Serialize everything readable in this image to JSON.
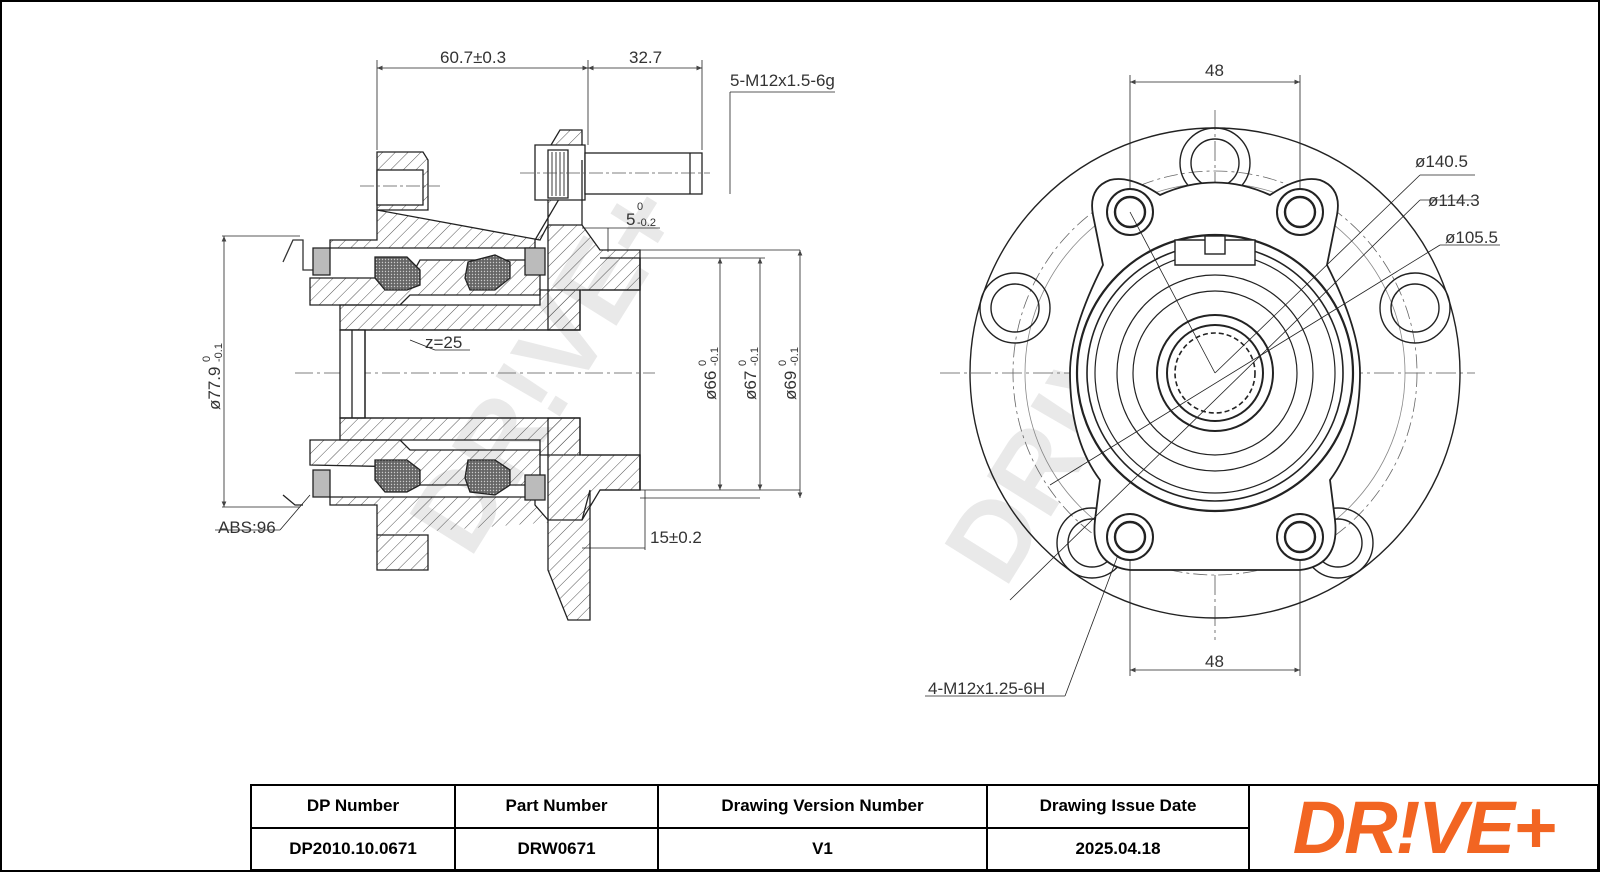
{
  "watermark": "DR!VE+",
  "side_view": {
    "dim_flange_to_face": "60.7±0.3",
    "dim_stud_length": "32.7",
    "thread_spec_studs": "5-M12x1.5-6g",
    "dim_pilot_height": "5",
    "dim_pilot_tol_upper": "0",
    "dim_pilot_tol_lower": "-0.2",
    "spline_count": "z=25",
    "dim_outer_dia": "ø77.9",
    "dim_outer_dia_tol_upper": "0",
    "dim_outer_dia_tol_lower": "-0.1",
    "dim_pilot_dia_1": "ø66",
    "dim_pilot_dia_1_tol_upper": "0",
    "dim_pilot_dia_1_tol_lower": "-0.1",
    "dim_pilot_dia_2": "ø67",
    "dim_pilot_dia_2_tol_upper": "0",
    "dim_pilot_dia_2_tol_lower": "-0.1",
    "dim_pilot_dia_3": "ø69",
    "dim_pilot_dia_3_tol_upper": "0",
    "dim_pilot_dia_3_tol_lower": "-0.1",
    "dim_flange_thickness": "15±0.2",
    "abs_label": "ABS:96"
  },
  "front_view": {
    "dim_top_spacing": "48",
    "dim_bottom_spacing": "48",
    "dim_dia_outer": "ø140.5",
    "dim_dia_pcd": "ø114.3",
    "dim_dia_inner": "ø105.5",
    "thread_spec_holes": "4-M12x1.25-6H"
  },
  "title_block": {
    "columns": [
      {
        "header": "DP Number",
        "value": "DP2010.10.0671"
      },
      {
        "header": "Part Number",
        "value": "DRW0671"
      },
      {
        "header": "Drawing Version Number",
        "value": "V1"
      },
      {
        "header": "Drawing Issue Date",
        "value": "2025.04.18"
      }
    ],
    "logo": "DR!VE+",
    "logo_color": "#f26522"
  }
}
